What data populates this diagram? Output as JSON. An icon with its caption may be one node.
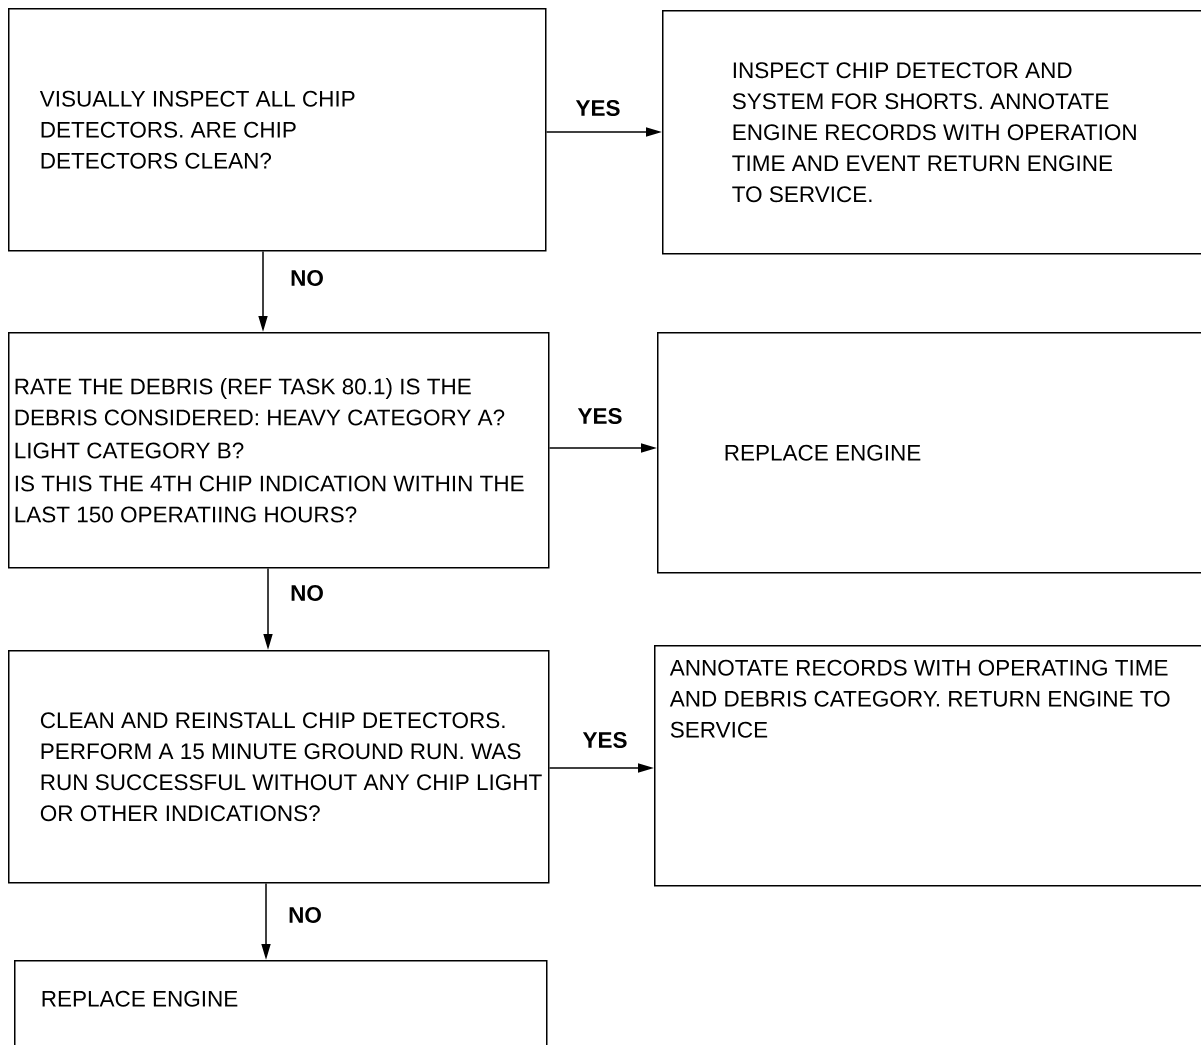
{
  "diagram": {
    "nodes": [
      {
        "text": [
          "VISUALLY INSPECT ALL CHIP DETECTORS. ARE CHIP DETECTORS CLEAN?"
        ]
      },
      {
        "text": [
          "INSPECT CHIP DETECTOR AND SYSTEM FOR SHORTS. ANNOTATE ENGINE RECORDS WITH OPERATION TIME AND EVENT RETURN ENGINE TO SERVICE."
        ]
      },
      {
        "text": [
          "RATE THE DEBRIS (REF TASK 80.1) IS THE DEBRIS CONSIDERED: HEAVY CATEGORY A?",
          "LIGHT CATEGORY B?",
          "IS THIS THE 4TH CHIP INDICATION WITHIN THE LAST 150 OPERATIING HOURS?"
        ]
      },
      {
        "text": [
          "REPLACE ENGINE"
        ]
      },
      {
        "text": [
          "CLEAN AND REINSTALL CHIP DETECTORS. PERFORM A 15 MINUTE GROUND RUN. WAS RUN SUCCESSFUL WITHOUT ANY CHIP LIGHT OR OTHER INDICATIONS?"
        ]
      },
      {
        "text": [
          "ANNOTATE RECORDS WITH OPERATING TIME AND DEBRIS CATEGORY. RETURN ENGINE TO SERVICE"
        ]
      },
      {
        "text": [
          "REPLACE ENGINE"
        ]
      }
    ],
    "edges": [
      {
        "from": 0,
        "to": 1,
        "arrow": "to",
        "label": "YES"
      },
      {
        "from": 0,
        "to": 2,
        "arrow": "to",
        "label": "NO"
      },
      {
        "from": 2,
        "to": 3,
        "arrow": "to",
        "label": "YES"
      },
      {
        "from": 2,
        "to": 4,
        "arrow": "to",
        "label": "NO"
      },
      {
        "from": 4,
        "to": 5,
        "arrow": "to",
        "label": "YES"
      },
      {
        "from": 4,
        "to": 6,
        "arrow": "to",
        "label": "NO"
      }
    ]
  }
}
